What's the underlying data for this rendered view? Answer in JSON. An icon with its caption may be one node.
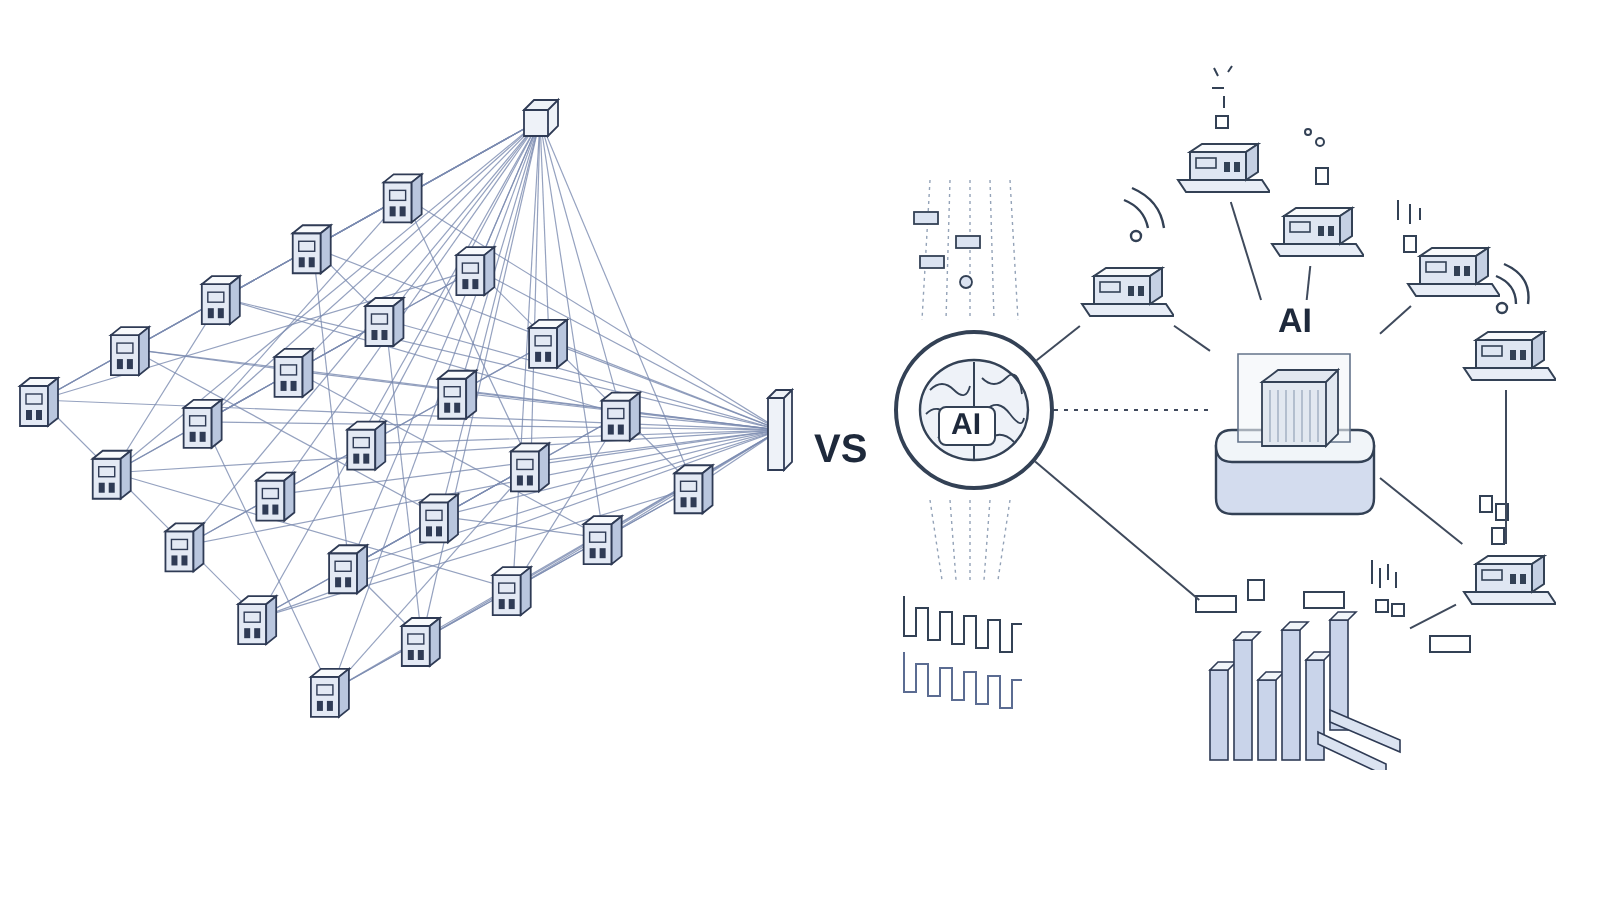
{
  "diagram": {
    "nodes": [
      {
        "text": [],
        "shape": "picture"
      },
      {
        "text": [
          "AI"
        ]
      },
      {
        "text": [
          "AI"
        ]
      },
      {
        "text": [],
        "shape": "box"
      },
      {
        "text": [],
        "shape": "box"
      },
      {
        "text": [],
        "shape": "box"
      },
      {
        "text": [],
        "shape": "box"
      },
      {
        "text": [],
        "shape": "box"
      },
      {
        "text": [],
        "shape": "box"
      },
      {
        "text": [],
        "shape": "picture"
      }
    ],
    "edges": [
      {
        "from": 1,
        "to": 3,
        "arrow": "none"
      },
      {
        "from": 1,
        "to": 2,
        "arrow": "none",
        "style": "dashed"
      },
      {
        "from": 1,
        "to": 9,
        "arrow": "none"
      },
      {
        "from": 3,
        "to": 2,
        "arrow": "none"
      },
      {
        "from": 4,
        "to": 2,
        "arrow": "none"
      },
      {
        "from": 5,
        "to": 2,
        "arrow": "none"
      },
      {
        "from": 6,
        "to": 2,
        "arrow": "none"
      },
      {
        "from": 7,
        "to": 8,
        "arrow": "none"
      },
      {
        "from": 2,
        "to": 8,
        "arrow": "none"
      },
      {
        "from": 8,
        "to": 9,
        "arrow": "none"
      }
    ],
    "labels": [
      "VS"
    ]
  }
}
